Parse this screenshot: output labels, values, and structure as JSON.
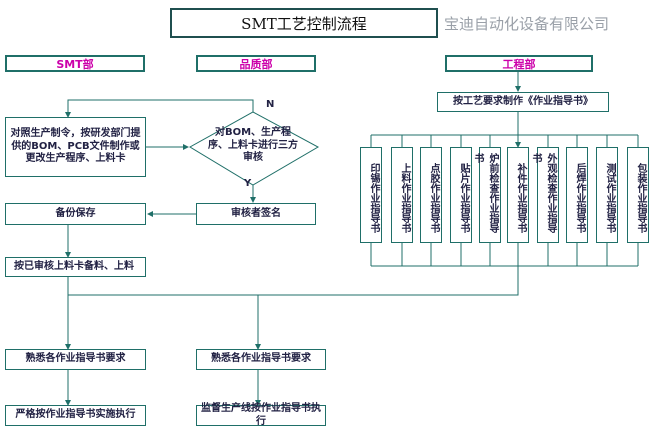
{
  "title": "SMT工艺控制流程",
  "company": "宝迪自动化设备有限公司",
  "departments": {
    "smt": "SMT部",
    "quality": "品质部",
    "engineering": "工程部"
  },
  "nodes": {
    "prepare": "对照生产制令，按研发部门提供的BOM、PCB文件制作或更改生产程序、上料卡",
    "review": "对BOM、生产程序、上料卡进行三方审核",
    "sign": "审核者签名",
    "backup": "备份保存",
    "material": "按已审核上料卡备料、上料",
    "smt_familiarize": "熟悉各作业指导书要求",
    "smt_execute": "严格按作业指导书实施执行",
    "qa_familiarize": "熟悉各作业指导书要求",
    "qa_supervise": "监督生产线按作业指导书执行",
    "make_instructions": "按工艺要求制作《作业指导书》"
  },
  "decision_labels": {
    "no": "N",
    "yes": "Y"
  },
  "instruction_books": [
    "印锡作业指导书",
    "上料作业指导书",
    "点胶作业指导书",
    "贴片作业指导书",
    "炉前检查作业指导书",
    "补件作业指导书",
    "外观检查作业指导书",
    "后焊作业指导书",
    "测试作业指导书",
    "包装作业指导书"
  ]
}
